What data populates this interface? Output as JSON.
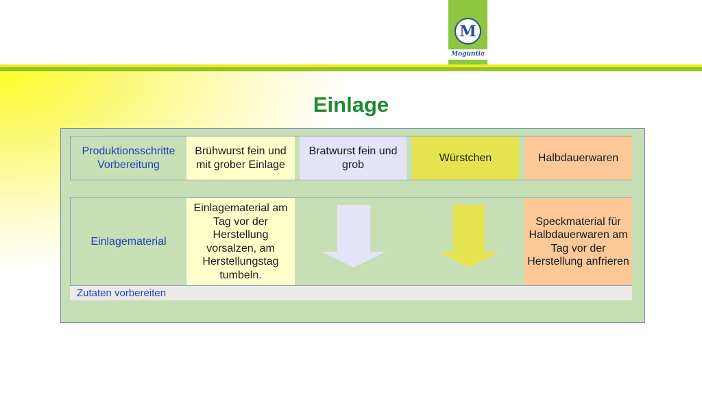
{
  "slide": {
    "title": "Einlage"
  },
  "logo": {
    "letter": "M",
    "wordmark": "Moguntia",
    "colors": {
      "background": "#8dc63f",
      "emblem": "#2a4d9b"
    }
  },
  "table": {
    "header": {
      "label": "Produktionsschritte Vorbereitung",
      "columns": [
        "Brühwurst fein und mit grober Einlage",
        "Bratwurst fein und grob",
        "Würstchen",
        "Halbdauerwaren"
      ]
    },
    "row": {
      "label": "Einlagematerial",
      "col1": "Einlagematerial am Tag vor der Herstellung vorsalzen, am Herstellungstag tumbeln.",
      "col2_icon": "down-arrow-icon",
      "col3_icon": "down-arrow-icon",
      "col4": "Speckmaterial für Halbdauerwaren am Tag vor der Herstellung anfrieren"
    },
    "footer": "Zutaten vorbereiten"
  },
  "colors": {
    "title": "#1f8a2e",
    "panel": "#c6dfb4",
    "label_text": "#1f3fbf",
    "fein": "#ffffcc",
    "brat": "#e3e4f8",
    "wurst": "#e6e44e",
    "halb": "#fdc898"
  }
}
